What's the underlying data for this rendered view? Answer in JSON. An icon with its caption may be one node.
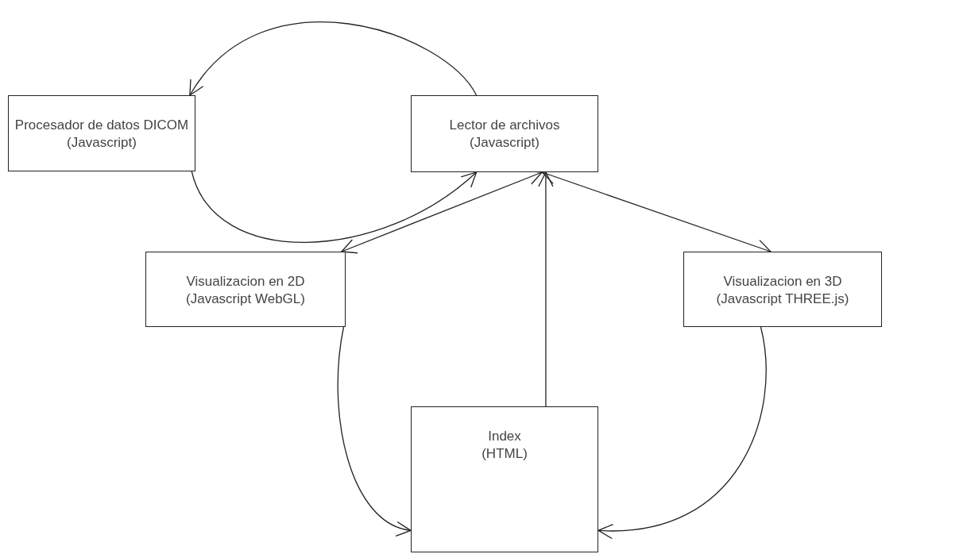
{
  "diagram": {
    "nodes": [
      {
        "text": [
          "Procesador de datos DICOM",
          "(Javascript)"
        ]
      },
      {
        "text": [
          "Lector de archivos",
          "(Javascript)"
        ]
      },
      {
        "text": [
          "Visualizacion en 2D",
          "(Javascript WebGL)"
        ]
      },
      {
        "text": [
          "Visualizacion en 3D",
          "(Javascript THREE.js)"
        ]
      },
      {
        "text": [
          "Index",
          "(HTML)"
        ]
      }
    ],
    "edges": [
      {
        "from": 1,
        "to": 0,
        "arrow": "to"
      },
      {
        "from": 0,
        "to": 1,
        "arrow": "to"
      },
      {
        "from": 1,
        "to": 2,
        "arrow": "both"
      },
      {
        "from": 1,
        "to": 3,
        "arrow": "both"
      },
      {
        "from": 4,
        "to": 1,
        "arrow": "to"
      },
      {
        "from": 2,
        "to": 4,
        "arrow": "to"
      },
      {
        "from": 3,
        "to": 4,
        "arrow": "to"
      }
    ]
  }
}
